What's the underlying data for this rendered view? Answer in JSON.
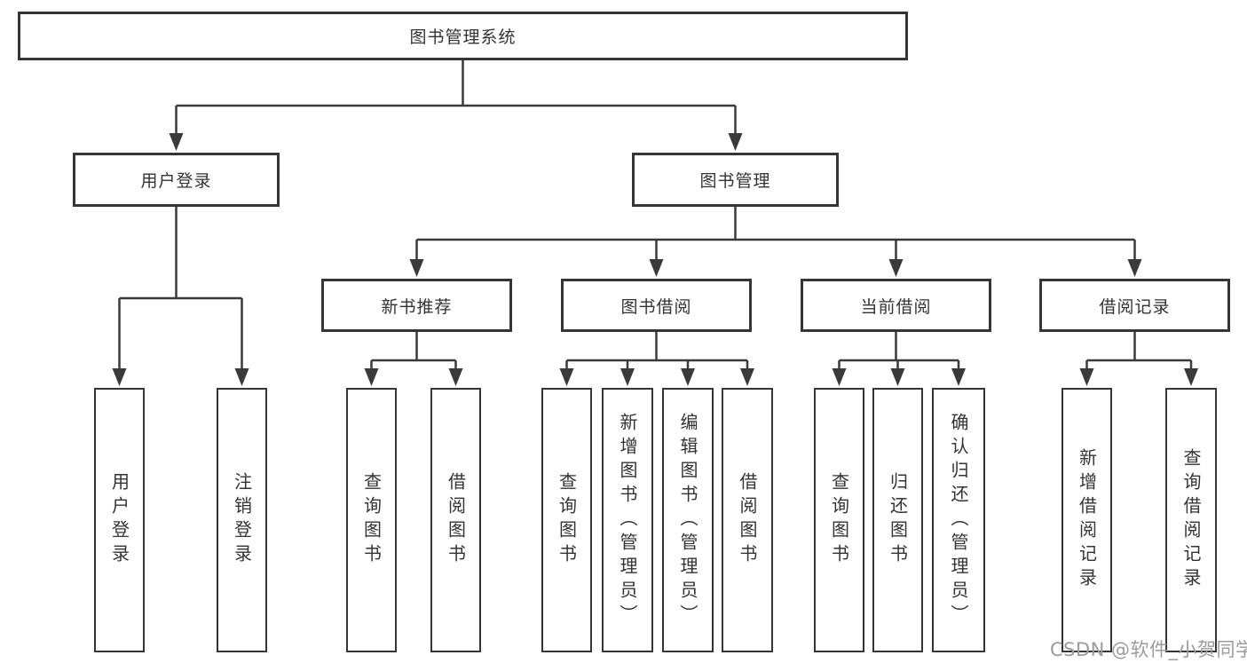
{
  "diagram": {
    "root": {
      "label": "图书管理系统"
    },
    "level2": [
      {
        "label": "用户登录"
      },
      {
        "label": "图书管理"
      }
    ],
    "level3": [
      {
        "label": "新书推荐"
      },
      {
        "label": "图书借阅"
      },
      {
        "label": "当前借阅"
      },
      {
        "label": "借阅记录"
      }
    ],
    "leaves": {
      "user_login": [
        "用户登录",
        "注销登录"
      ],
      "new_books": [
        "查询图书",
        "借阅图书"
      ],
      "book_borrowing": [
        "查询图书",
        "新增图书（管理员）",
        "编辑图书（管理员）",
        "借阅图书"
      ],
      "current_borrowing": [
        "查询图书",
        "归还图书",
        "确认归还（管理员）"
      ],
      "borrowing_records": [
        "新增借阅记录",
        "查询借阅记录"
      ]
    }
  },
  "watermark": {
    "text": "CSDN @软件_小贺同学"
  },
  "colors": {
    "line": "#3a3a3a",
    "box_border": "#353535",
    "text": "#333333",
    "watermark": "#9b9b9b",
    "background": "#ffffff"
  }
}
